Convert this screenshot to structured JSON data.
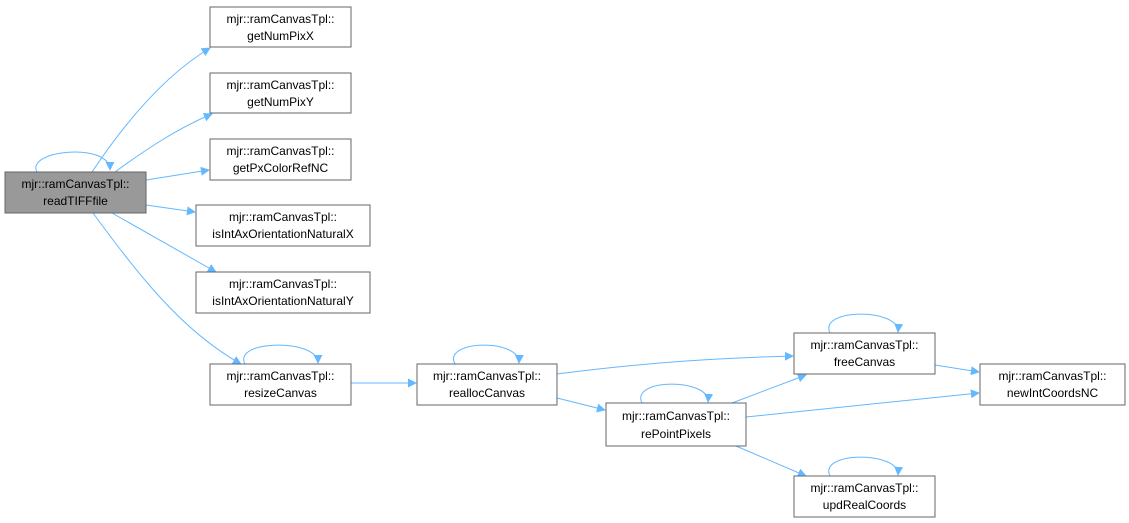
{
  "graph": {
    "colors": {
      "edge": "#63b8ff",
      "root_fill": "#999999",
      "node_border": "#666666"
    },
    "nodes": {
      "readTIFFfile": {
        "ns": "mjr::ramCanvasTpl::",
        "name": "readTIFFfile"
      },
      "getNumPixX": {
        "ns": "mjr::ramCanvasTpl::",
        "name": "getNumPixX"
      },
      "getNumPixY": {
        "ns": "mjr::ramCanvasTpl::",
        "name": "getNumPixY"
      },
      "getPxColorRefNC": {
        "ns": "mjr::ramCanvasTpl::",
        "name": "getPxColorRefNC"
      },
      "isIntAxOrientationNaturalX": {
        "ns": "mjr::ramCanvasTpl::",
        "name": "isIntAxOrientationNaturalX"
      },
      "isIntAxOrientationNaturalY": {
        "ns": "mjr::ramCanvasTpl::",
        "name": "isIntAxOrientationNaturalY"
      },
      "resizeCanvas": {
        "ns": "mjr::ramCanvasTpl::",
        "name": "resizeCanvas"
      },
      "reallocCanvas": {
        "ns": "mjr::ramCanvasTpl::",
        "name": "reallocCanvas"
      },
      "rePointPixels": {
        "ns": "mjr::ramCanvasTpl::",
        "name": "rePointPixels"
      },
      "freeCanvas": {
        "ns": "mjr::ramCanvasTpl::",
        "name": "freeCanvas"
      },
      "newIntCoordsNC": {
        "ns": "mjr::ramCanvasTpl::",
        "name": "newIntCoordsNC"
      },
      "updRealCoords": {
        "ns": "mjr::ramCanvasTpl::",
        "name": "updRealCoords"
      }
    },
    "edges": [
      [
        "readTIFFfile",
        "readTIFFfile"
      ],
      [
        "readTIFFfile",
        "getNumPixX"
      ],
      [
        "readTIFFfile",
        "getNumPixY"
      ],
      [
        "readTIFFfile",
        "getPxColorRefNC"
      ],
      [
        "readTIFFfile",
        "isIntAxOrientationNaturalX"
      ],
      [
        "readTIFFfile",
        "isIntAxOrientationNaturalY"
      ],
      [
        "readTIFFfile",
        "resizeCanvas"
      ],
      [
        "resizeCanvas",
        "resizeCanvas"
      ],
      [
        "resizeCanvas",
        "reallocCanvas"
      ],
      [
        "reallocCanvas",
        "reallocCanvas"
      ],
      [
        "reallocCanvas",
        "freeCanvas"
      ],
      [
        "reallocCanvas",
        "rePointPixels"
      ],
      [
        "rePointPixels",
        "rePointPixels"
      ],
      [
        "rePointPixels",
        "freeCanvas"
      ],
      [
        "rePointPixels",
        "newIntCoordsNC"
      ],
      [
        "rePointPixels",
        "updRealCoords"
      ],
      [
        "freeCanvas",
        "freeCanvas"
      ],
      [
        "freeCanvas",
        "newIntCoordsNC"
      ],
      [
        "updRealCoords",
        "updRealCoords"
      ]
    ]
  }
}
